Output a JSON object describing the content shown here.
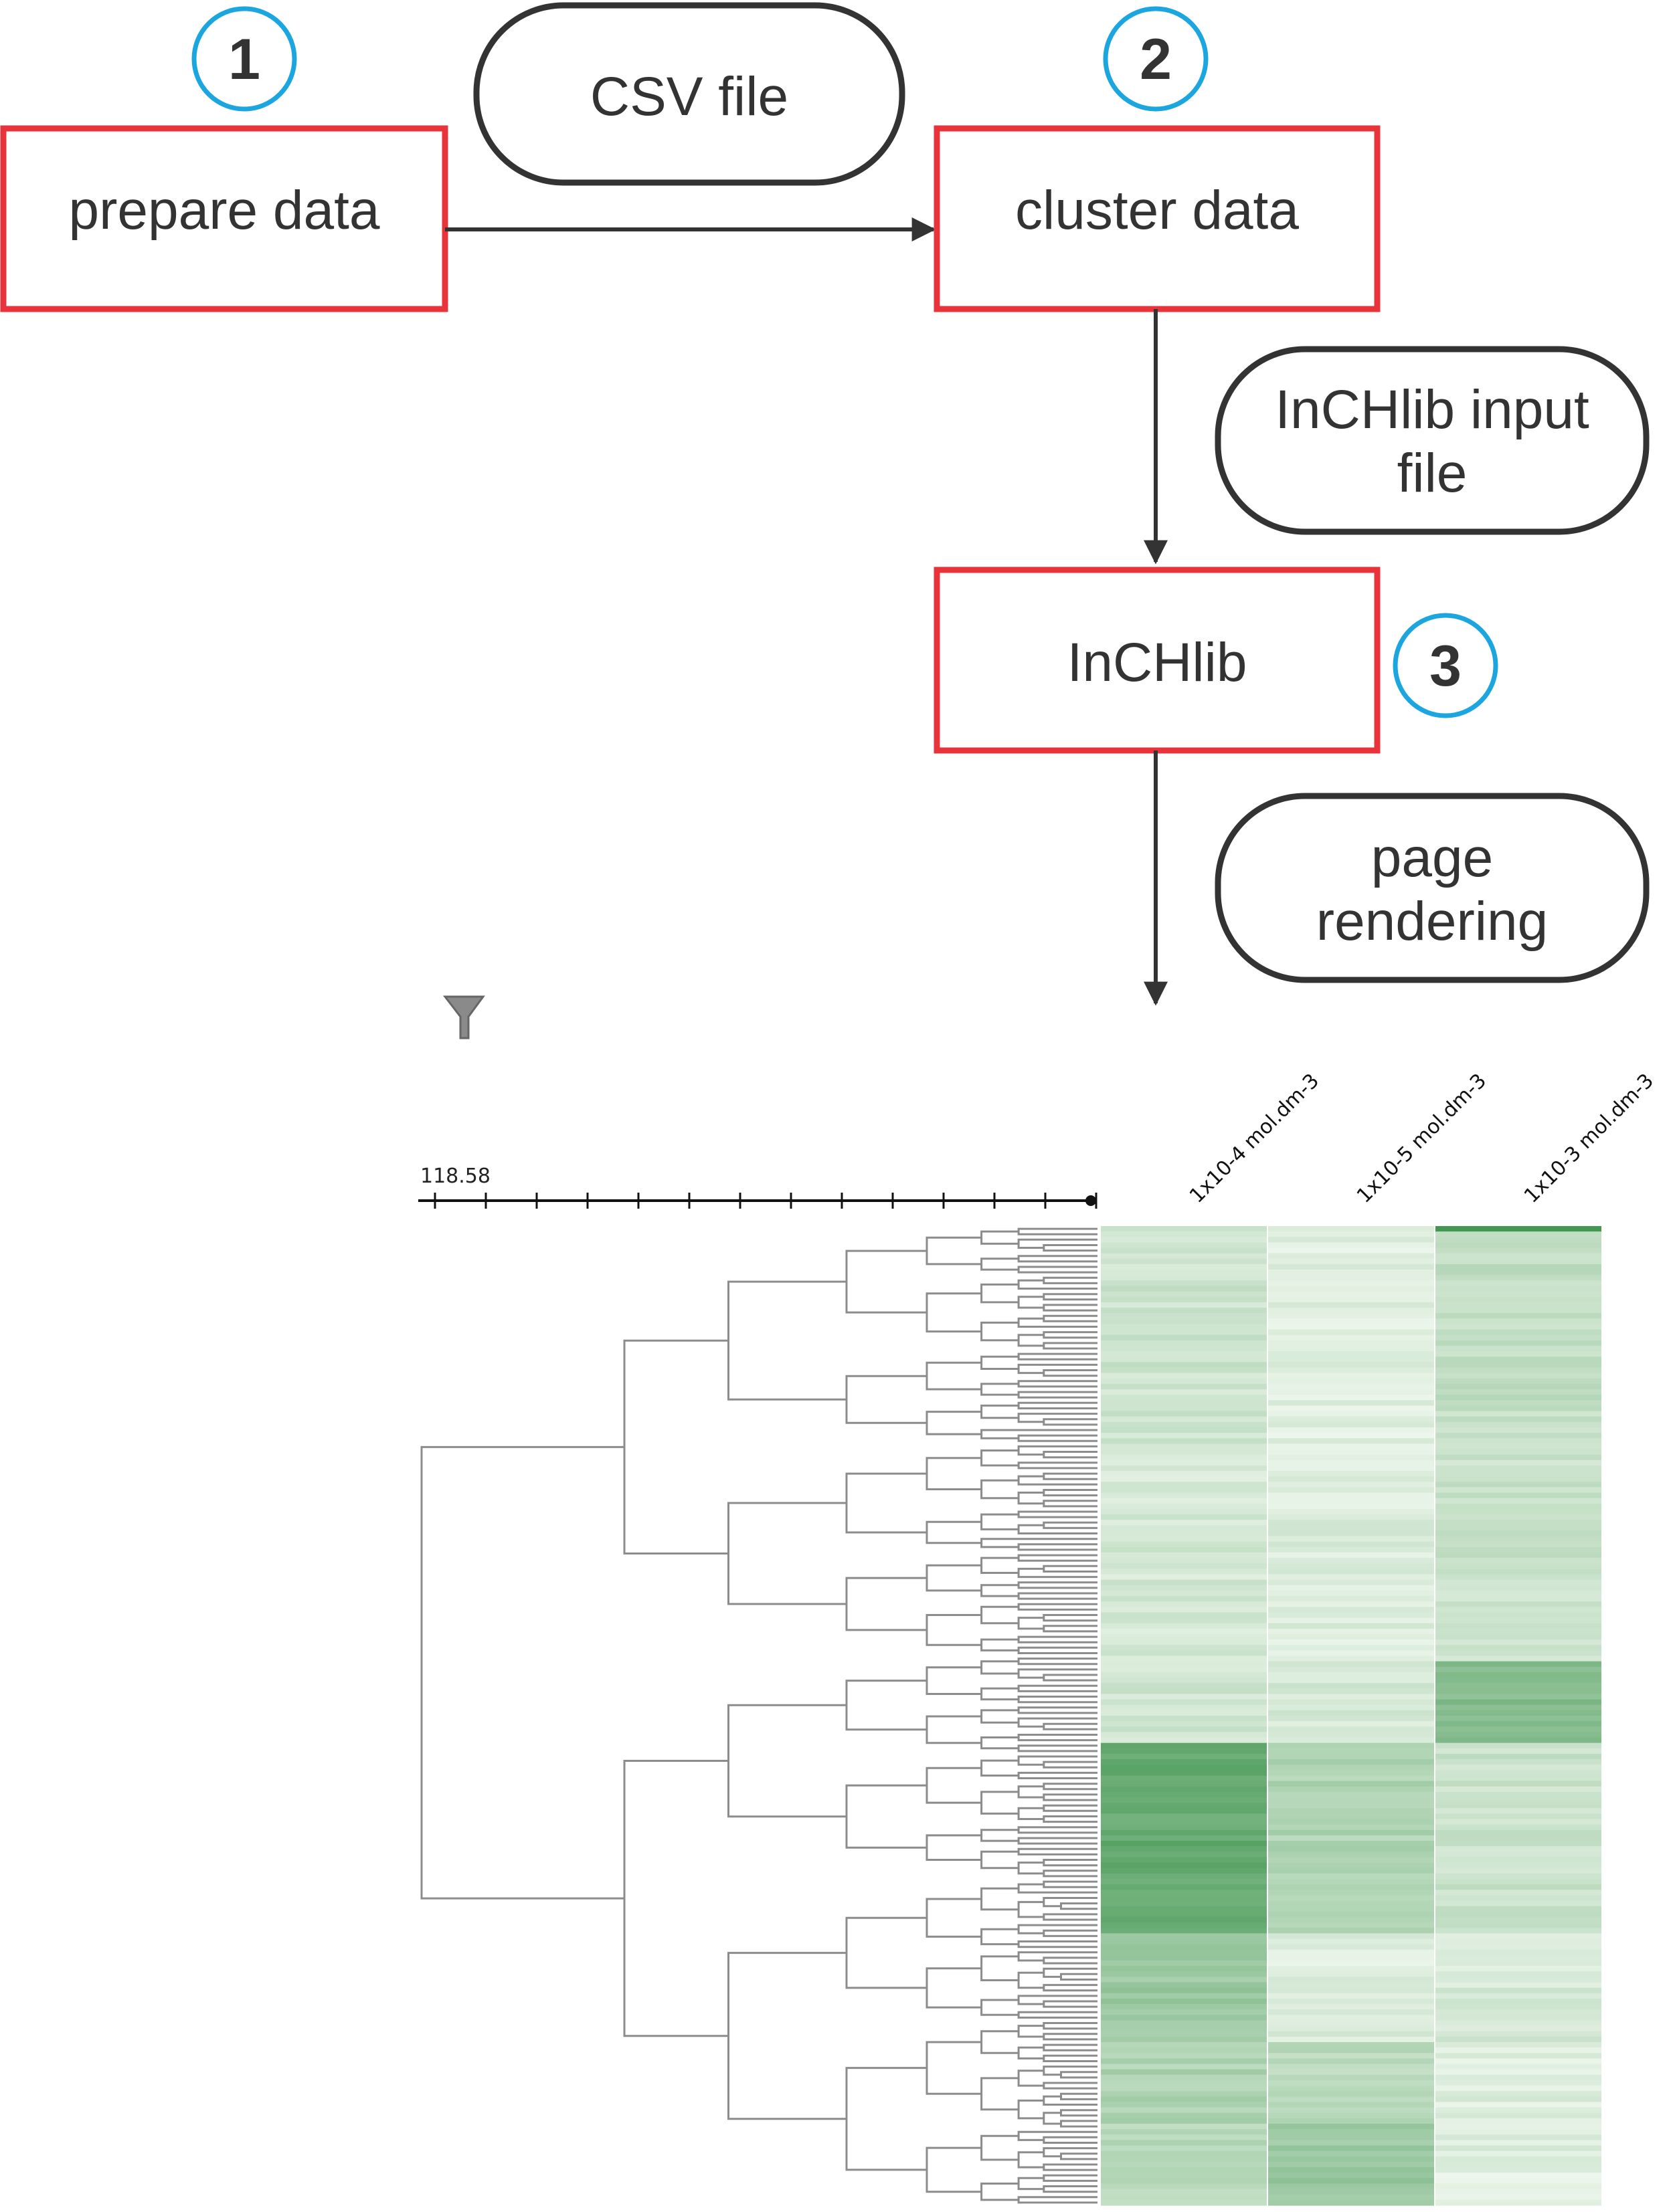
{
  "steps": [
    {
      "number": "1",
      "label": "prepare data"
    },
    {
      "number": "2",
      "label": "cluster data"
    },
    {
      "number": "3",
      "label": "InCHlib"
    }
  ],
  "artifacts": [
    {
      "lines": [
        "CSV file"
      ]
    },
    {
      "lines": [
        "InCHlib input",
        "file"
      ]
    },
    {
      "lines": [
        "page",
        "rendering"
      ]
    }
  ],
  "colors": {
    "step_border": "#e8333b",
    "badge_border": "#1ba6e0",
    "text": "#333333",
    "line": "#333333",
    "heat_low": "#f4faf2",
    "heat_high": "#2e8b3e",
    "dendrogram": "#8c8c8c"
  },
  "icons": {
    "filter": "funnel-icon"
  },
  "chart_data": {
    "type": "heatmap",
    "title": "",
    "dendrogram_scale_label": "118.58",
    "columns": [
      "1x10-4 mol.dm-3",
      "1x10-5 mol.dm-3",
      "1x10-3 mol.dm-3"
    ],
    "row_count": 180,
    "value_range": [
      0,
      1
    ],
    "row_blocks": [
      {
        "rows": [
          0,
          1
        ],
        "values": [
          0.22,
          0.12,
          0.95
        ]
      },
      {
        "rows": [
          1,
          40
        ],
        "values": [
          0.2,
          0.1,
          0.25
        ]
      },
      {
        "rows": [
          40,
          80
        ],
        "values": [
          0.16,
          0.12,
          0.22
        ]
      },
      {
        "rows": [
          80,
          95
        ],
        "values": [
          0.18,
          0.15,
          0.55
        ]
      },
      {
        "rows": [
          95,
          130
        ],
        "values": [
          0.72,
          0.35,
          0.22
        ]
      },
      {
        "rows": [
          130,
          150
        ],
        "values": [
          0.45,
          0.12,
          0.15
        ]
      },
      {
        "rows": [
          150,
          165
        ],
        "values": [
          0.35,
          0.3,
          0.12
        ]
      },
      {
        "rows": [
          165,
          180
        ],
        "values": [
          0.3,
          0.45,
          0.1
        ]
      }
    ]
  }
}
